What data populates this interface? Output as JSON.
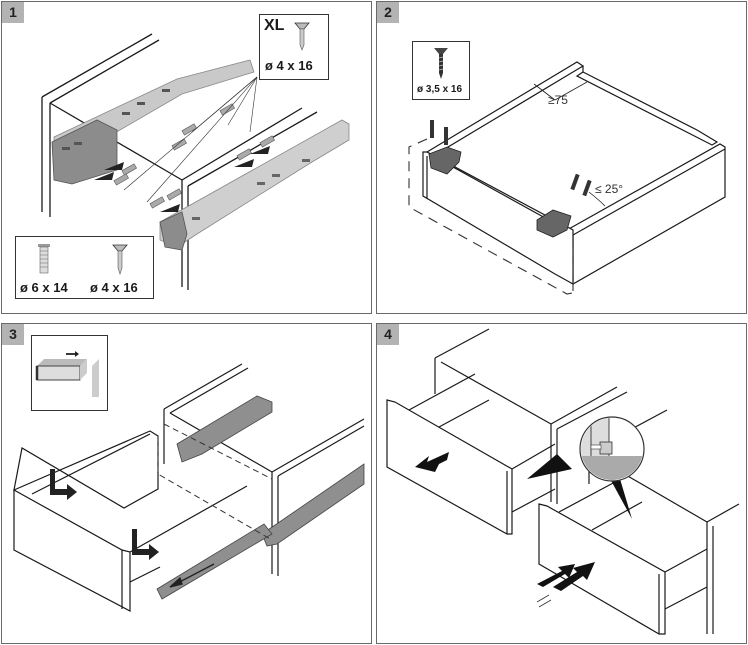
{
  "panels": [
    {
      "number": "1",
      "xl_callout": {
        "label": "XL",
        "screw_size": "ø 4 x 16"
      },
      "screw_legend": [
        {
          "type": "euro-screw",
          "size": "ø 6 x 14"
        },
        {
          "type": "chipboard-screw",
          "size": "ø 4 x 16"
        }
      ]
    },
    {
      "number": "2",
      "screw_callout": {
        "type": "chipboard-screw",
        "size": "ø 3,5 x 16"
      },
      "min_distance": "≥75",
      "max_angle": "≤ 25°"
    },
    {
      "number": "3"
    },
    {
      "number": "4"
    }
  ],
  "colors": {
    "rail": "#c9c9c9",
    "rail_dark": "#8c8c8c",
    "badge": "#b3b3b3",
    "line": "#1a1a1a"
  }
}
